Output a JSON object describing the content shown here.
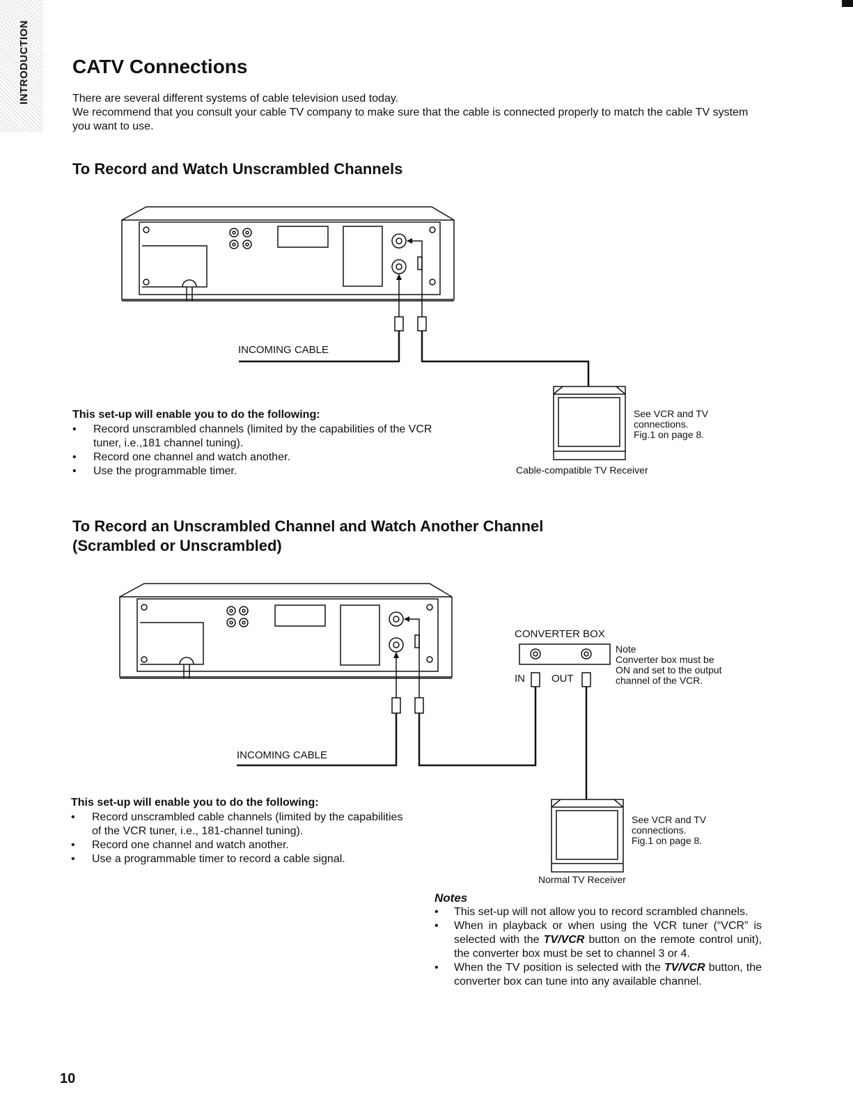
{
  "side_tab": "INTRODUCTION",
  "title": "CATV Connections",
  "intro": [
    "There are several different systems of cable television used today.",
    "We recommend that you consult your cable TV company to make sure that the cable is connected properly to match the cable TV system you want to use."
  ],
  "section1": {
    "heading": "To Record and Watch Unscrambled Channels",
    "incoming_label": "INCOMING CABLE",
    "tv_note": [
      "See VCR and TV",
      "connections.",
      "Fig.1 on page 8."
    ],
    "tv_caption": "Cable-compatible TV Receiver",
    "setup_title": "This set-up will enable you to do the following:",
    "items": [
      "Record unscrambled channels (limited by the capabilities of the VCR tuner, i.e.,181 channel tuning).",
      "Record one channel and watch another.",
      "Use the programmable timer."
    ]
  },
  "section2": {
    "heading": "To Record an Unscrambled Channel and Watch Another Channel (Scrambled or Unscrambled)",
    "converter_label": "CONVERTER BOX",
    "in_label": "IN",
    "out_label": "OUT",
    "note": [
      "Note",
      "Converter box must be",
      "ON and set to the output",
      "channel of the VCR."
    ],
    "incoming_label": "INCOMING CABLE",
    "tv_note": [
      "See VCR and TV",
      "connections.",
      "Fig.1 on page 8."
    ],
    "tv_caption": "Normal TV Receiver",
    "setup_title": "This set-up will enable you to do the following:",
    "items": [
      "Record unscrambled cable channels (limited by the capabilities of the VCR tuner, i.e., 181-channel tuning).",
      "Record one channel and watch another.",
      "Use a programmable timer to record a cable signal."
    ]
  },
  "notes": {
    "title": "Notes",
    "items": [
      {
        "text": "This set-up will not allow you to record scrambled channels."
      },
      {
        "before": "When in playback or when using the VCR tuner (“VCR” is selected with the ",
        "bold": "TV/VCR",
        "after": " button on the remote control unit), the converter box must be set to channel 3 or 4."
      },
      {
        "before": "When the TV position is selected with the ",
        "bold": "TV/VCR",
        "after": " button, the converter box can tune into any available channel."
      }
    ]
  },
  "page_number": "10"
}
